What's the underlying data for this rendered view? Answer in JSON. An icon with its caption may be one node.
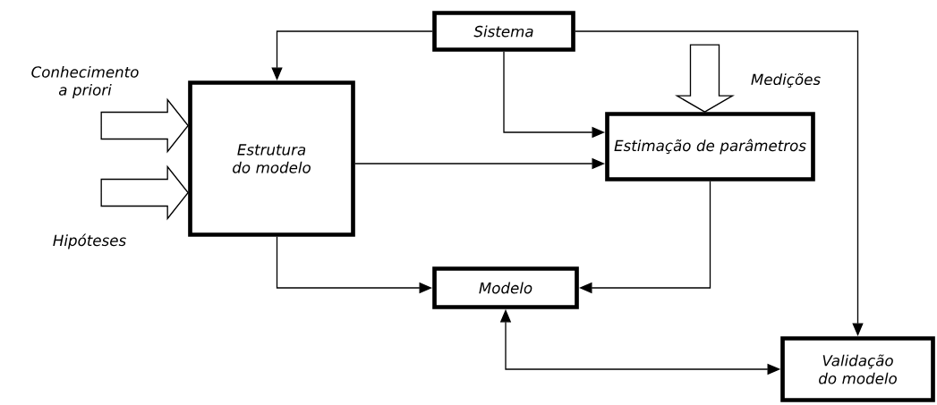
{
  "diagram": {
    "nodes": [
      {
        "text": [
          "Sistema"
        ]
      },
      {
        "text": [
          "Estrutura do modelo"
        ]
      },
      {
        "text": [
          "Estimação de parâmetros"
        ]
      },
      {
        "text": [
          "Modelo"
        ]
      },
      {
        "text": [
          "Validação do modelo"
        ]
      }
    ],
    "edges": [
      {
        "from": 0,
        "to": 1,
        "arrow": "to"
      },
      {
        "from": 0,
        "to": 2,
        "arrow": "to"
      },
      {
        "from": 0,
        "to": 4,
        "arrow": "to"
      },
      {
        "from": 1,
        "to": 2,
        "arrow": "to"
      },
      {
        "from": 1,
        "to": 3,
        "arrow": "to"
      },
      {
        "from": 2,
        "to": 3,
        "arrow": "to"
      },
      {
        "from": 3,
        "to": 4,
        "arrow": "both"
      },
      {
        "from": null,
        "to": 1,
        "arrow": "to",
        "style": "thick"
      },
      {
        "from": null,
        "to": 1,
        "arrow": "to",
        "style": "thick"
      },
      {
        "from": null,
        "to": 2,
        "arrow": "to",
        "style": "thick"
      }
    ],
    "labels": [
      "Conhecimento a priori",
      "Hipóteses",
      "Medições"
    ]
  }
}
